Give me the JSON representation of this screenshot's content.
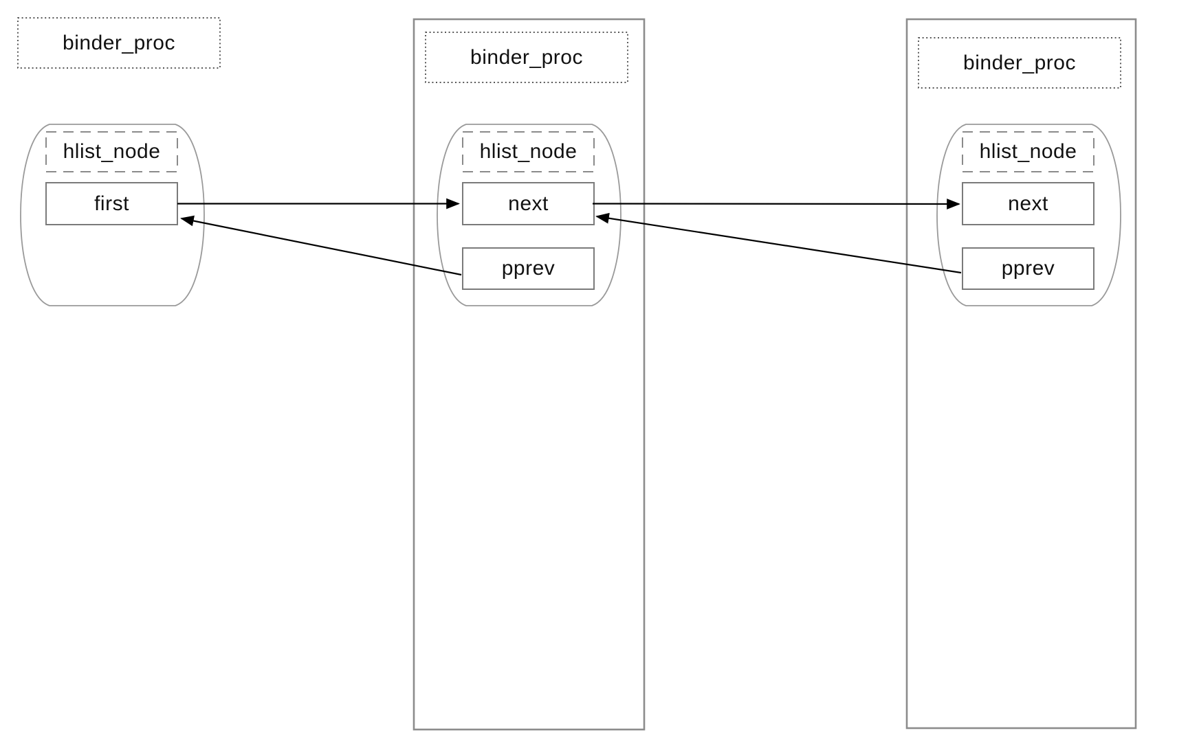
{
  "diagram": {
    "type": "linked-list structure diagram",
    "colors": {
      "background": "#ffffff",
      "arrow": "#000000",
      "outer_rect_border": "#8c8c8c",
      "field_box_border": "#7a7a7a",
      "dashed_box_border": "#8a8a8a",
      "dotted_box_border": "#3f3f3f",
      "barrel_border": "#999999",
      "text": "#111111"
    },
    "procs": [
      {
        "label": "binder_proc",
        "node": {
          "label": "hlist_node",
          "fields": [
            {
              "label": "first"
            }
          ]
        }
      },
      {
        "label": "binder_proc",
        "node": {
          "label": "hlist_node",
          "fields": [
            {
              "label": "next"
            },
            {
              "label": "pprev"
            }
          ]
        }
      },
      {
        "label": "binder_proc",
        "node": {
          "label": "hlist_node",
          "fields": [
            {
              "label": "next"
            },
            {
              "label": "pprev"
            }
          ]
        }
      }
    ],
    "edges": [
      {
        "from": "procs.0.first",
        "to": "procs.1.next",
        "style": "solid-arrow"
      },
      {
        "from": "procs.1.next",
        "to": "procs.2.next",
        "style": "solid-arrow"
      },
      {
        "from": "procs.1.pprev",
        "to": "procs.0.first",
        "style": "solid-arrow"
      },
      {
        "from": "procs.2.pprev",
        "to": "procs.1.next",
        "style": "solid-arrow"
      }
    ]
  }
}
